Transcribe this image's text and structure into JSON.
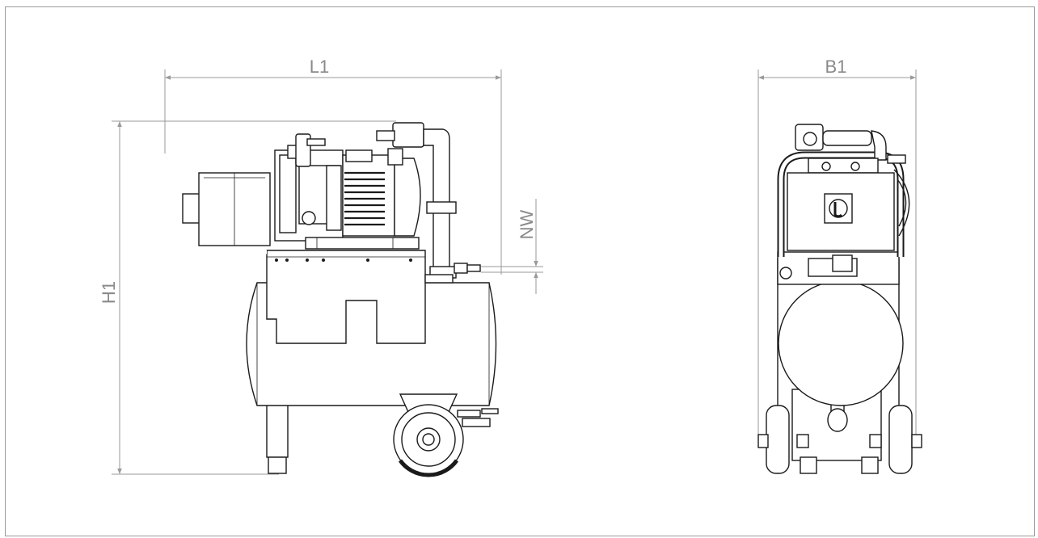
{
  "dimensions": {
    "length_label": "L1",
    "height_label": "H1",
    "width_label": "B1",
    "nominal_width_label": "NW"
  },
  "colors": {
    "dimension_lines": "#9a9a9a",
    "drawing_lines": "#1a1a1a",
    "background": "#ffffff",
    "frame_border": "#9a9a9a"
  }
}
